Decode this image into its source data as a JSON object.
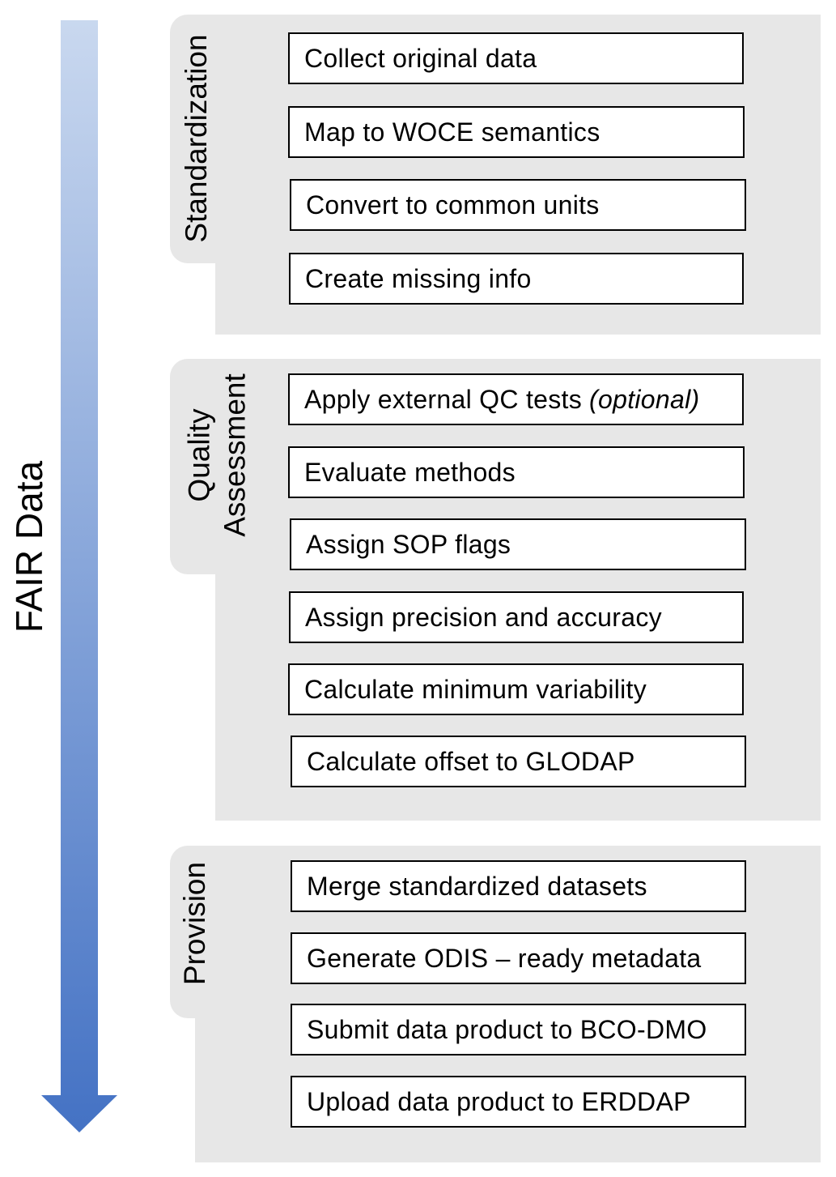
{
  "axis": {
    "label": "FAIR Data"
  },
  "colors": {
    "arrow_top": "#c9d8ef",
    "arrow_bottom": "#4472c4",
    "panel": "#e7e7e7",
    "box_border": "#000000"
  },
  "sections": {
    "standardization": {
      "title": "Standardization",
      "steps": [
        "Collect original data",
        "Map to WOCE semantics",
        "Convert to common units",
        "Create missing info"
      ]
    },
    "quality": {
      "title_line1": "Quality",
      "title_line2": "Assessment",
      "steps": [
        "Apply external QC tests",
        "Evaluate methods",
        "Assign SOP flags",
        "Assign precision and accuracy",
        "Calculate minimum variability",
        "Calculate offset to GLODAP"
      ],
      "step0_note": "(optional)"
    },
    "provision": {
      "title": "Provision",
      "steps": [
        "Merge standardized datasets",
        "Generate ODIS – ready metadata",
        "Submit data product to BCO-DMO",
        "Upload data product to ERDDAP"
      ]
    }
  }
}
